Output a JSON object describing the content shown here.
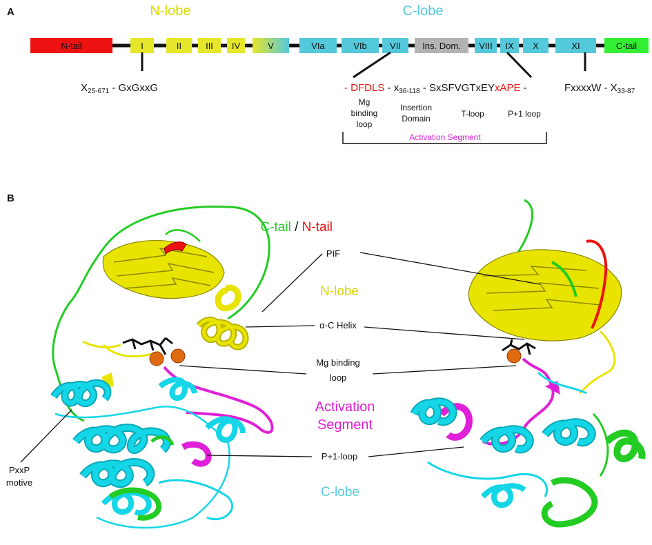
{
  "colors": {
    "ntail": "#ee1111",
    "nlobe": "#e6e62a",
    "clobe": "#55c9dc",
    "insertion": "#b3b3b3",
    "ctail": "#33ee33",
    "activation": "#e020d8",
    "ribbon_yellow": "#e8e400",
    "ribbon_cyan": "#14d6e6",
    "ribbon_green": "#22cc22",
    "mg": "#e06a10"
  },
  "panelA": {
    "label": "A",
    "nlobe_title": "N-lobe",
    "clobe_title": "C-lobe",
    "segments": [
      "N-tail",
      "I",
      "II",
      "III",
      "IV",
      "V",
      "VIa",
      "VIb",
      "VII",
      "Ins. Dom.",
      "VIII",
      "IX",
      "X",
      "XI",
      "C-tail"
    ],
    "seq_left": "X25-671 - GxGxxG",
    "seq_left_parts": {
      "x": "X",
      "sub": "25-671",
      "rest": " - GxGxxG"
    },
    "seq_mid_dash1": "- ",
    "seq_mid_dfdls": "DFDLS",
    "seq_mid_dash2": " -  x",
    "seq_mid_sub": "36-118",
    "seq_mid_rest": " - SxSFVGTxEY",
    "seq_mid_xape": "xAPE",
    "seq_mid_end": " -",
    "seq_right_a": "FxxxxW - X",
    "seq_right_sub": "33-87",
    "annot": {
      "mg1": "Mg",
      "mg2": "binding",
      "mg3": "loop",
      "ins1": "Insertion",
      "ins2": "Domain",
      "tloop": "T-loop",
      "p1loop": "P+1 loop"
    },
    "activation_segment": "Activation Segment"
  },
  "panelB": {
    "label": "B",
    "ctail": "C-tail",
    "slash": " / ",
    "ntail": "N-tail",
    "pif": "PIF",
    "nlobe": "N-lobe",
    "achelix": "α-C Helix",
    "mg1": "Mg binding",
    "mg2": "loop",
    "act1": "Activation",
    "act2": "Segment",
    "p1loop": "P+1-loop",
    "pxxp1": "PxxP",
    "pxxp2": "motive",
    "clobe": "C-lobe"
  }
}
